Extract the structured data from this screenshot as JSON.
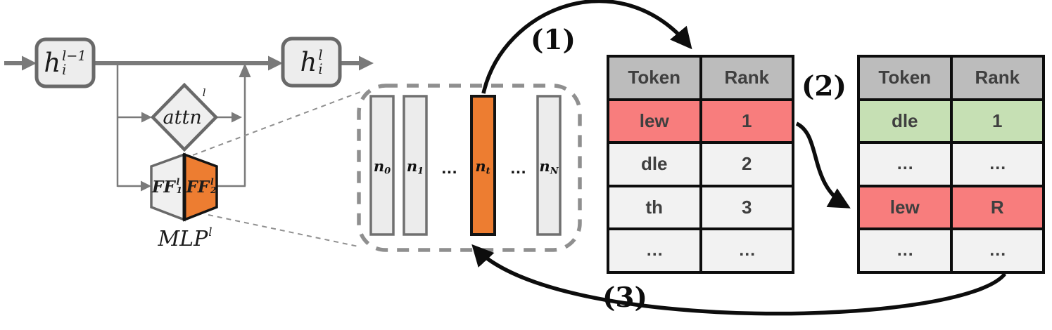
{
  "figure": "transformer-mlp-neuron-token-rank-diagram",
  "colors": {
    "orange_accent": "#ed7d31",
    "red_highlight": "#f87d7d",
    "green_highlight": "#c6e0b4",
    "header_gray": "#bcbcbc",
    "row_gray": "#f2f2f2",
    "line_gray": "#7a7a7a",
    "dash_gray": "#8f8f8f",
    "black": "#0d0d0d"
  },
  "left_diagram": {
    "h_prev": {
      "base": "h",
      "sub": "i",
      "sup": "l−1"
    },
    "h_next": {
      "base": "h",
      "sub": "i",
      "sup": "l"
    },
    "attn": {
      "base": "attn",
      "sup": "l"
    },
    "ff1": {
      "base": "FF",
      "sub": "1",
      "sup": "l"
    },
    "ff2": {
      "base": "FF",
      "sub": "2",
      "sup": "l"
    },
    "mlp": {
      "base": "MLP",
      "sup": "l"
    }
  },
  "neuron_strip": {
    "n0": {
      "base": "n",
      "sub": "0"
    },
    "n1": {
      "base": "n",
      "sub": "1"
    },
    "nt": {
      "base": "n",
      "sub": "t"
    },
    "nN": {
      "base": "n",
      "sub": "N"
    },
    "ellipsis": "…"
  },
  "steps": {
    "s1": "(1)",
    "s2": "(2)",
    "s3": "(3)"
  },
  "table1": {
    "headers": [
      "Token",
      "Rank"
    ],
    "rows": [
      {
        "token": "lew",
        "rank": "1",
        "highlight": "red"
      },
      {
        "token": "dle",
        "rank": "2",
        "highlight": "none"
      },
      {
        "token": "th",
        "rank": "3",
        "highlight": "none"
      },
      {
        "token": "…",
        "rank": "…",
        "highlight": "none"
      }
    ]
  },
  "table2": {
    "headers": [
      "Token",
      "Rank"
    ],
    "rows": [
      {
        "token": "dle",
        "rank": "1",
        "highlight": "green"
      },
      {
        "token": "…",
        "rank": "…",
        "highlight": "none"
      },
      {
        "token": "lew",
        "rank": "R",
        "highlight": "red"
      },
      {
        "token": "…",
        "rank": "…",
        "highlight": "none"
      }
    ]
  }
}
